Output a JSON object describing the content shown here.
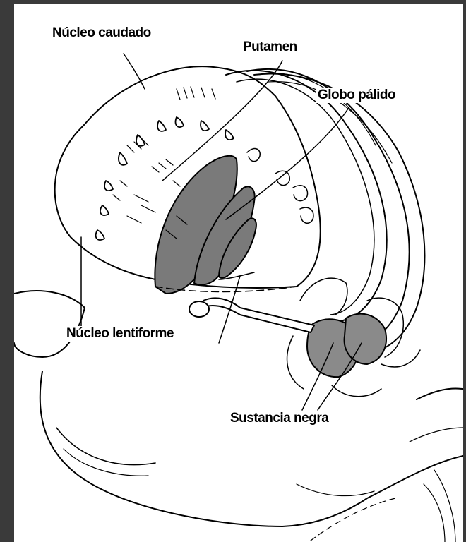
{
  "diagram": {
    "labels": {
      "nucleo_caudado": "Núcleo caudado",
      "putamen": "Putamen",
      "globo_palido": "Globo pálido",
      "nucleo_lentiforme": "Núcleo lentiforme",
      "sustancia_negra": "Sustancia negra"
    }
  }
}
